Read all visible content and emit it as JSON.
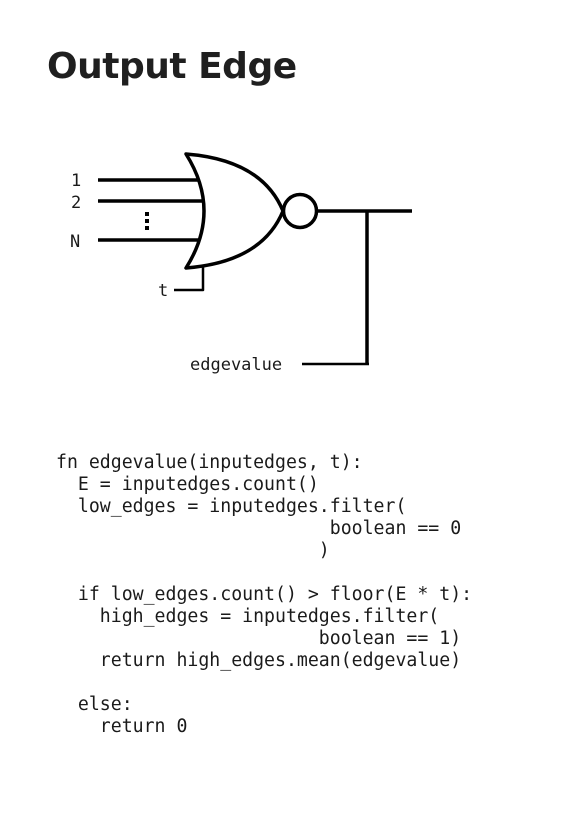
{
  "title": "Output Edge",
  "diagram": {
    "input_labels": [
      "1",
      "2",
      "N"
    ],
    "threshold_label": "t",
    "output_label": "edgevalue"
  },
  "code_lines": [
    "fn edgevalue(inputedges, t):",
    "  E = inputedges.count()",
    "  low_edges = inputedges.filter(",
    "                         boolean == 0",
    "                        )",
    "",
    "  if low_edges.count() > floor(E * t):",
    "    high_edges = inputedges.filter(",
    "                        boolean == 1)",
    "    return high_edges.mean(edgevalue)",
    "",
    "  else:",
    "    return 0"
  ]
}
